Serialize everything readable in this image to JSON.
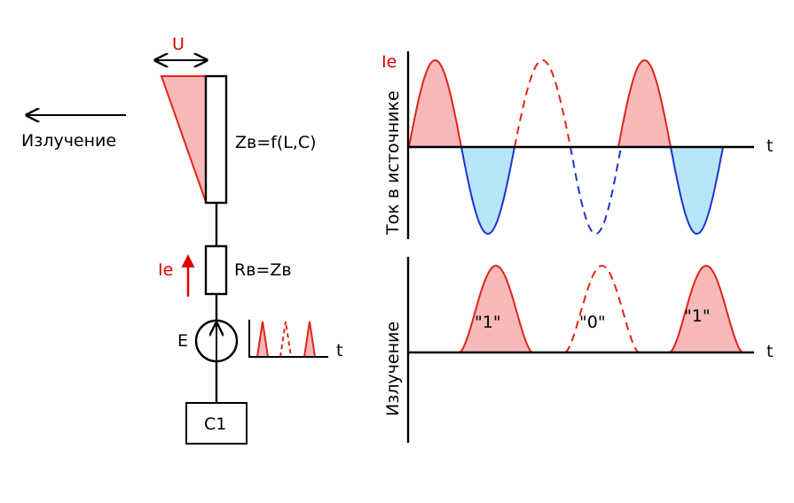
{
  "labels": {
    "voltage": "U",
    "radiation_left": "Излучение",
    "antenna_impedance": "Zв=f(L,C)",
    "resistance": "Rв=Zв",
    "current_left": "Ie",
    "source": "E",
    "capacitor": "C1",
    "t_small": "t"
  },
  "graph_top": {
    "ylabel": "Ток в источнике",
    "corner_label": "Ie",
    "xlabel": "t"
  },
  "graph_bottom": {
    "ylabel": "Излучение",
    "xlabel": "t",
    "bits": [
      "\"1\"",
      "\"0\"",
      "\"1\""
    ]
  },
  "colors": {
    "red_line": "#e0241a",
    "red_fill": "#f7b9b9",
    "blue_line": "#1f33d6",
    "blue_fill": "#b6e6f7",
    "label_red": "#e00000"
  }
}
